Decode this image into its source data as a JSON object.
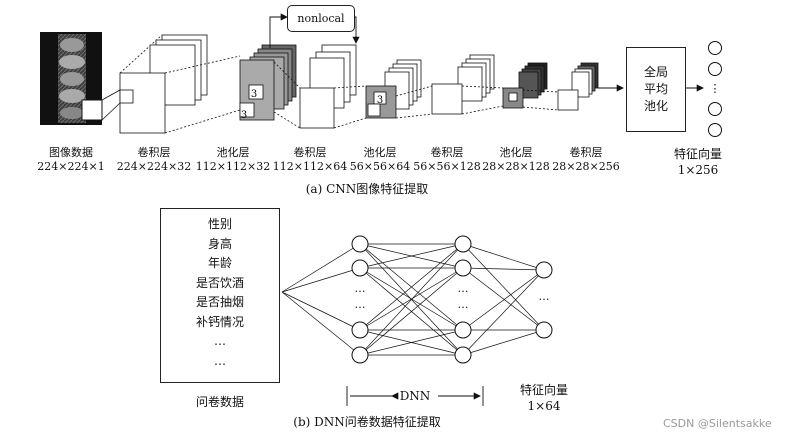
{
  "cnn": {
    "nonlocal": "nonlocal",
    "kernel_number": "3",
    "gap_lines": [
      "全局",
      "平均",
      "池化"
    ],
    "vector_dots": "⋮",
    "layers": [
      {
        "name": "图像数据",
        "size": "224×224×1"
      },
      {
        "name": "卷积层",
        "size": "224×224×32"
      },
      {
        "name": "池化层",
        "size": "112×112×32"
      },
      {
        "name": "卷积层",
        "size": "112×112×64"
      },
      {
        "name": "池化层",
        "size": "56×56×64"
      },
      {
        "name": "卷积层",
        "size": "56×56×128"
      },
      {
        "name": "池化层",
        "size": "28×28×128"
      },
      {
        "name": "卷积层",
        "size": "28×28×256"
      }
    ],
    "feature": {
      "name": "特征向量",
      "size": "1×256"
    },
    "caption": "(a) CNN图像特征提取"
  },
  "dnn": {
    "survey_items": [
      "性别",
      "身高",
      "年龄",
      "是否饮酒",
      "是否抽烟",
      "补钙情况",
      "…",
      "…"
    ],
    "survey_label": "问卷数据",
    "dnn_label": "DNN",
    "node_dots": "…",
    "feature": {
      "name": "特征向量",
      "size": "1×64"
    },
    "caption": "(b) DNN问卷数据特征提取"
  },
  "watermark": "CSDN @Silentsakke"
}
